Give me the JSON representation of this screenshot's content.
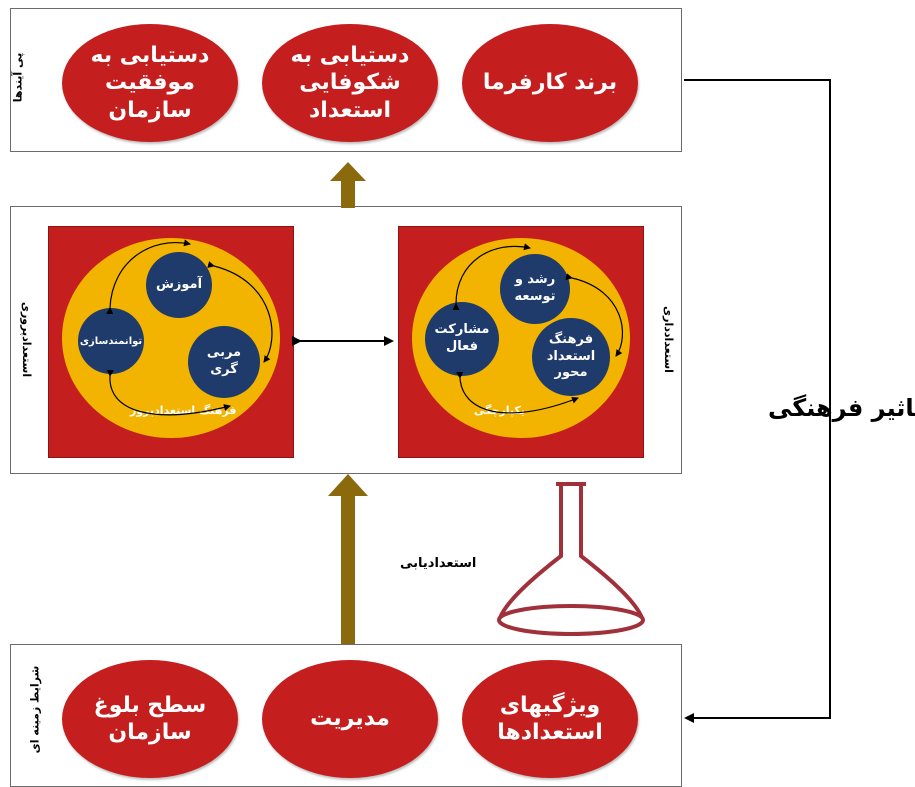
{
  "top_box": {
    "side_label": "پی آیندها",
    "items": [
      "دستیابی به\nموفقیت\nسازمان",
      "دستیابی به\nشکوفایی\nاستعداد",
      "برند کارفرما"
    ]
  },
  "middle_box": {
    "left_side_label": "استعدادپروری",
    "right_side_label": "استعدادداری",
    "left_panel": {
      "circles": [
        "آموزش",
        "توانمندسازی",
        "مربی\nگری"
      ],
      "caption": "فرهنگ استعدادپرور"
    },
    "right_panel": {
      "circles": [
        "رشد و\nتوسعه",
        "مشارکت\nفعال",
        "فرهنگ\nاستعداد\nمحور"
      ],
      "caption": "یکپارچگی"
    }
  },
  "bottom_box": {
    "side_label": "شرایط زمینه ای",
    "items": [
      "سطح بلوغ\nسازمان",
      "مدیریت",
      "ویژگیهای\nاستعدادها"
    ]
  },
  "labels": {
    "talent_finding": "استعدادیابی",
    "cultural_impact": "تاثیر فرهنگی"
  },
  "colors": {
    "red": "#c41e1e",
    "gold": "#f2b400",
    "navy": "#1f3b6b",
    "arrow": "#8a6a0c"
  }
}
